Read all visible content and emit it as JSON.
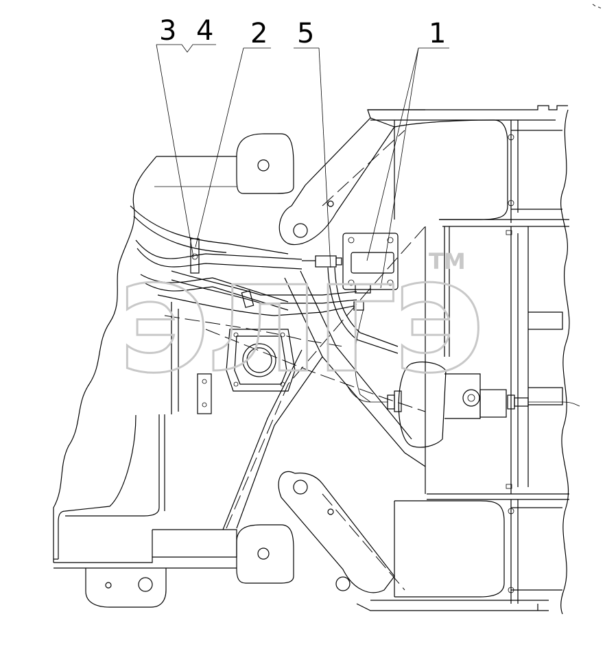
{
  "callouts": {
    "c3": "3",
    "c4": "4",
    "c2": "2",
    "c5": "5",
    "c1": "1"
  },
  "watermark": {
    "logo_text": "элгэ",
    "trademark": "TM"
  }
}
